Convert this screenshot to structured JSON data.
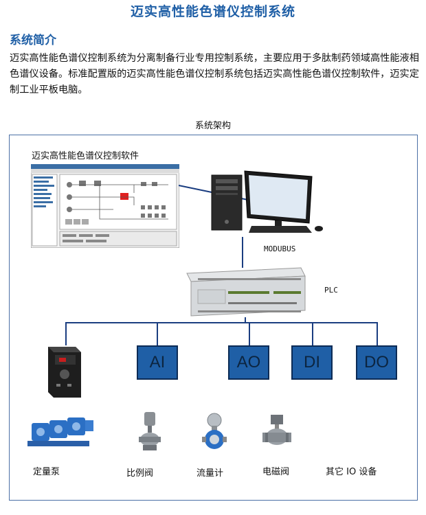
{
  "page": {
    "title": "迈实高性能色谱仪控制系统",
    "section_heading": "系统简介",
    "intro": "迈实高性能色谱仪控制系统为分离制备行业专用控制系统，主要应用于多肽制药领域高性能液相色谱仪设备。标准配置版的迈实高性能色谱仪控制系统包括迈实高性能色谱仪控制软件，迈实定制工业平板电脑。"
  },
  "diagram": {
    "caption": "系统架构",
    "software_label": "迈实高性能色谱仪控制软件",
    "bus_label": "MODUBUS",
    "plc_label": "PLC",
    "io_modules": [
      "AI",
      "AO",
      "DI",
      "DO"
    ],
    "devices": [
      "定量泵",
      "比例阀",
      "流量计",
      "电磁阀",
      "其它 IO 设备"
    ],
    "colors": {
      "title": "#1f5fa6",
      "io_box": "#1f5fa6",
      "line": "#1a3d80"
    }
  }
}
